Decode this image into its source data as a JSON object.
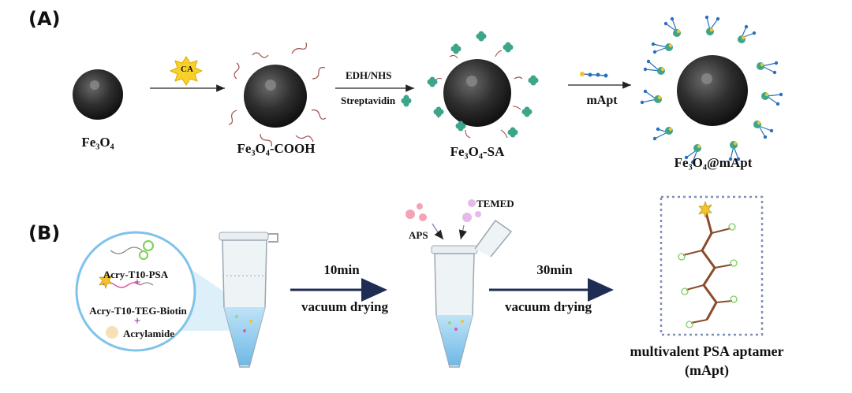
{
  "panels": {
    "a": "(A)",
    "b": "(B)"
  },
  "row_a": {
    "particle1": "Fe₃O₄",
    "ca_badge": "CA",
    "particle2": "Fe₃O₄-COOH",
    "step2_top": "EDH/NHS",
    "step2_bottom": "Streptavidin",
    "particle3": "Fe₃O₄-SA",
    "step3": "mApt",
    "particle4": "Fe₃O₄@mApt"
  },
  "row_b": {
    "mix_item1": "Acry-T10-PSA",
    "plus1": "+",
    "mix_item2": "Acry-T10-TEG-Biotin",
    "plus2": "+",
    "mix_item3": "Acrylamide",
    "step1_top": "10min",
    "step1_bottom": "vacuum drying",
    "aps": "APS",
    "temed": "TEMED",
    "step2_top": "30min",
    "step2_bottom": "vacuum drying",
    "result_line1": "multivalent PSA aptamer",
    "result_line2": "(mApt)"
  }
}
